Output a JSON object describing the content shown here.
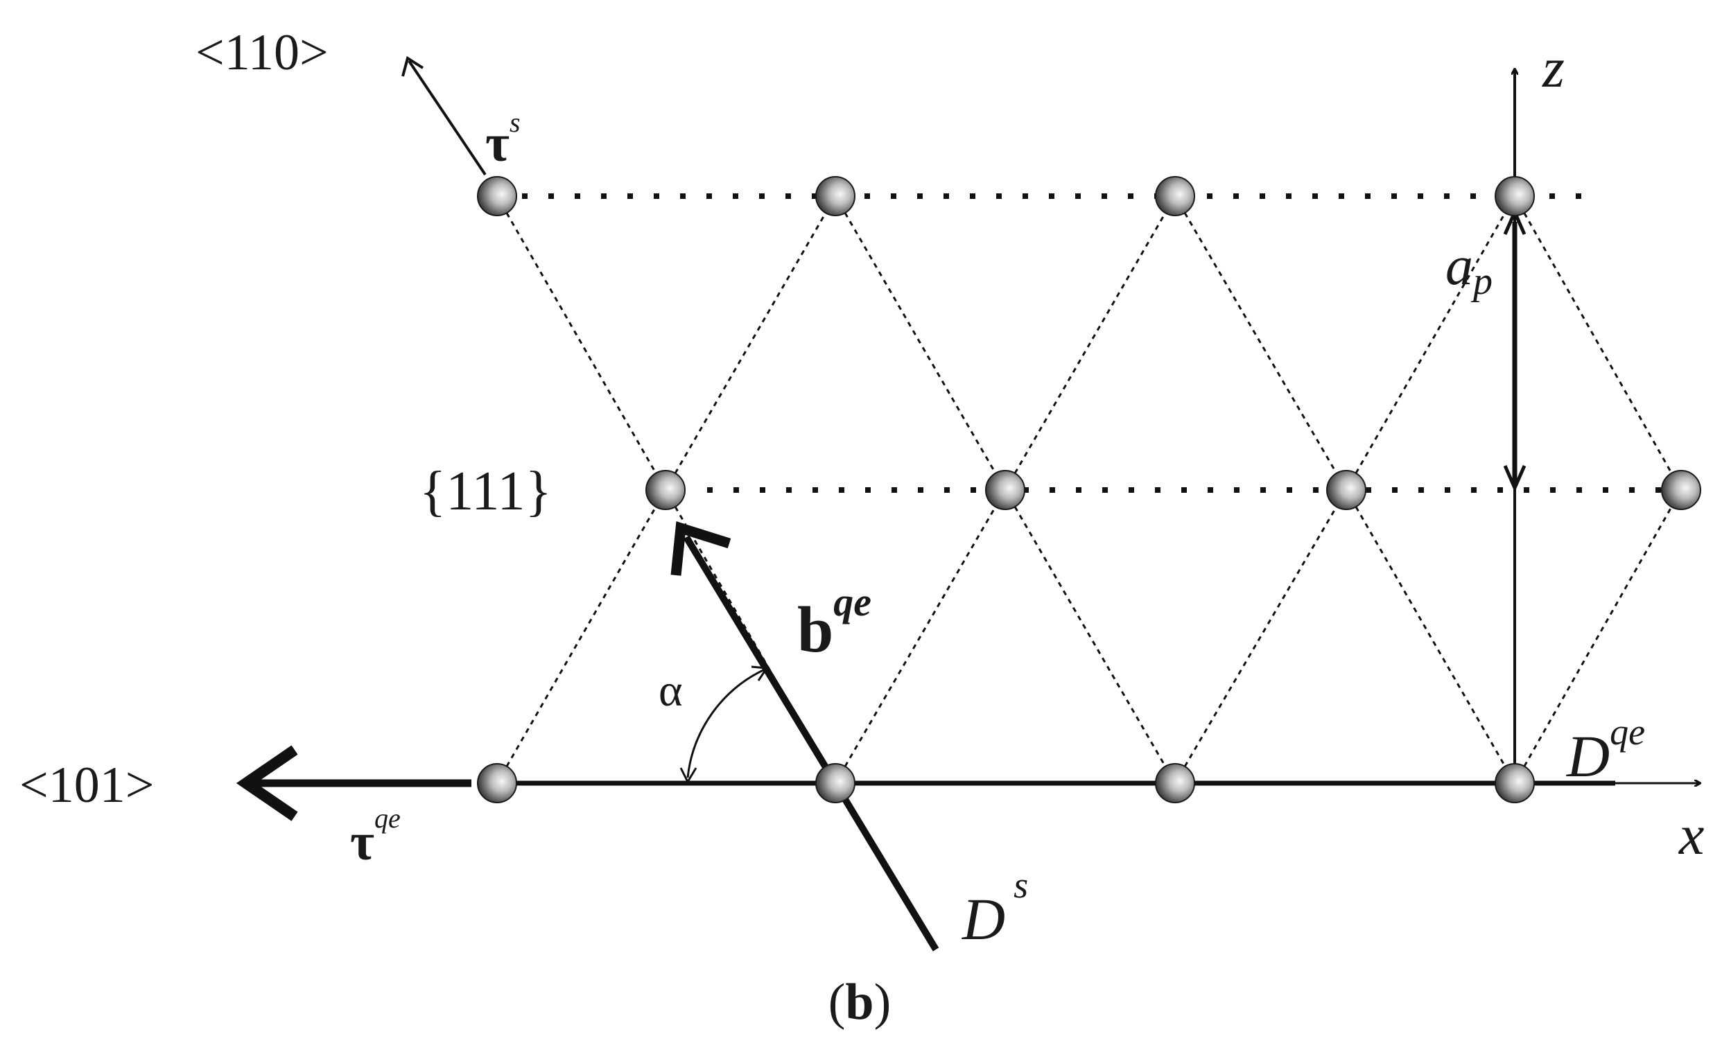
{
  "labels": {
    "dir_110": "<110>",
    "dir_101": "<101>",
    "plane_111": "{111}",
    "tau_s_base": "τ",
    "tau_s_sup": "s",
    "tau_qe_base": "τ",
    "tau_qe_sup": "qe",
    "b_qe_base": "b",
    "b_qe_sup": "qe",
    "alpha": "α",
    "a_p_base": "a",
    "a_p_sub": "p",
    "z_axis": "z",
    "x_axis": "x",
    "d_qe_base": "D",
    "d_qe_sup": "qe",
    "d_s_base": "D",
    "d_s_sup": "s",
    "panel_open": "(",
    "panel_letter": "b",
    "panel_close": ")"
  },
  "colors": {
    "ink": "#111111",
    "atom_dark": "#2a2a2a",
    "atom_light": "#f4f4f4"
  }
}
